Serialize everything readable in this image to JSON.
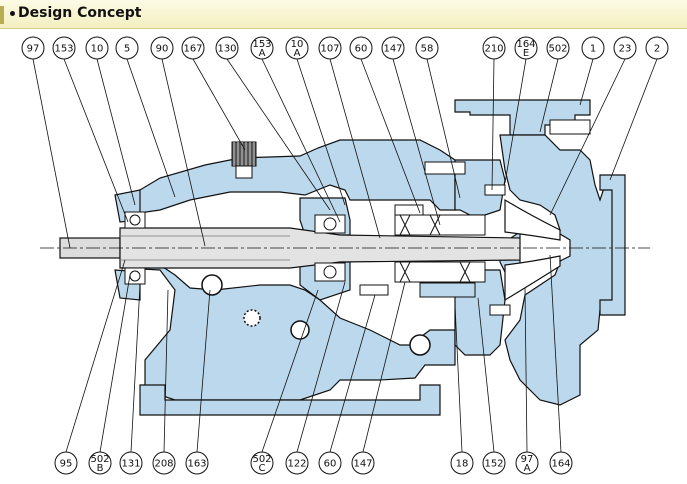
{
  "header": {
    "title": "Design Concept"
  },
  "part_labels_top": [
    {
      "l1": "97",
      "l2": ""
    },
    {
      "l1": "153",
      "l2": ""
    },
    {
      "l1": "10",
      "l2": ""
    },
    {
      "l1": "5",
      "l2": ""
    },
    {
      "l1": "90",
      "l2": ""
    },
    {
      "l1": "167",
      "l2": ""
    },
    {
      "l1": "130",
      "l2": ""
    },
    {
      "l1": "153",
      "l2": "A"
    },
    {
      "l1": "10",
      "l2": "A"
    },
    {
      "l1": "107",
      "l2": ""
    },
    {
      "l1": "60",
      "l2": ""
    },
    {
      "l1": "147",
      "l2": ""
    },
    {
      "l1": "58",
      "l2": ""
    },
    {
      "l1": "210",
      "l2": ""
    },
    {
      "l1": "164",
      "l2": "E"
    },
    {
      "l1": "502",
      "l2": ""
    },
    {
      "l1": "1",
      "l2": ""
    },
    {
      "l1": "23",
      "l2": ""
    },
    {
      "l1": "2",
      "l2": ""
    }
  ],
  "part_labels_bottom": [
    {
      "l1": "95",
      "l2": ""
    },
    {
      "l1": "502",
      "l2": "B"
    },
    {
      "l1": "131",
      "l2": ""
    },
    {
      "l1": "208",
      "l2": ""
    },
    {
      "l1": "163",
      "l2": ""
    },
    {
      "l1": "502",
      "l2": "C"
    },
    {
      "l1": "122",
      "l2": ""
    },
    {
      "l1": "60",
      "l2": ""
    },
    {
      "l1": "147",
      "l2": ""
    },
    {
      "l1": "18",
      "l2": ""
    },
    {
      "l1": "152",
      "l2": ""
    },
    {
      "l1": "97",
      "l2": "A"
    },
    {
      "l1": "164",
      "l2": ""
    }
  ],
  "colors": {
    "casing": "#bcd8ec",
    "line": "#111111",
    "header_bg": "#f6f2c8"
  }
}
